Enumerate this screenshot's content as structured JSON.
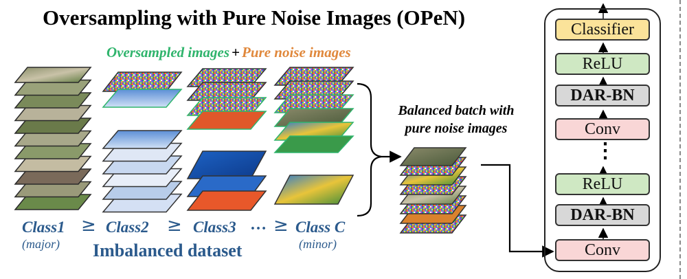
{
  "title": "Oversampling with Pure Noise Images (OPeN)",
  "legend": {
    "oversampled": "Oversampled images",
    "plus": "+",
    "noise": "Pure noise images"
  },
  "class_labels": [
    {
      "name": "Class1",
      "sub": "(major)"
    },
    {
      "name": "Class2",
      "sub": ""
    },
    {
      "name": "Class3",
      "sub": ""
    },
    {
      "name": "Class C",
      "sub": "(minor)"
    }
  ],
  "comparators": [
    "≥",
    "≥",
    "≥"
  ],
  "ellipsis": "…",
  "dataset_label": "Imbalanced dataset",
  "batch_label": [
    "Balanced batch with",
    "pure noise images"
  ],
  "network": {
    "blocks": [
      "Classifier",
      "ReLU",
      "DAR-BN",
      "Conv",
      "ReLU",
      "DAR-BN",
      "Conv"
    ],
    "vertical_ellipsis": "⋮"
  },
  "colors": {
    "oversampled": "#2fb46c",
    "noise": "#e0883c",
    "class_text": "#2b5a8c",
    "classifier": "#fbe39a",
    "relu": "#cfe8c3",
    "dar_bn": "#d8d8d8",
    "conv": "#f9d6d6"
  }
}
